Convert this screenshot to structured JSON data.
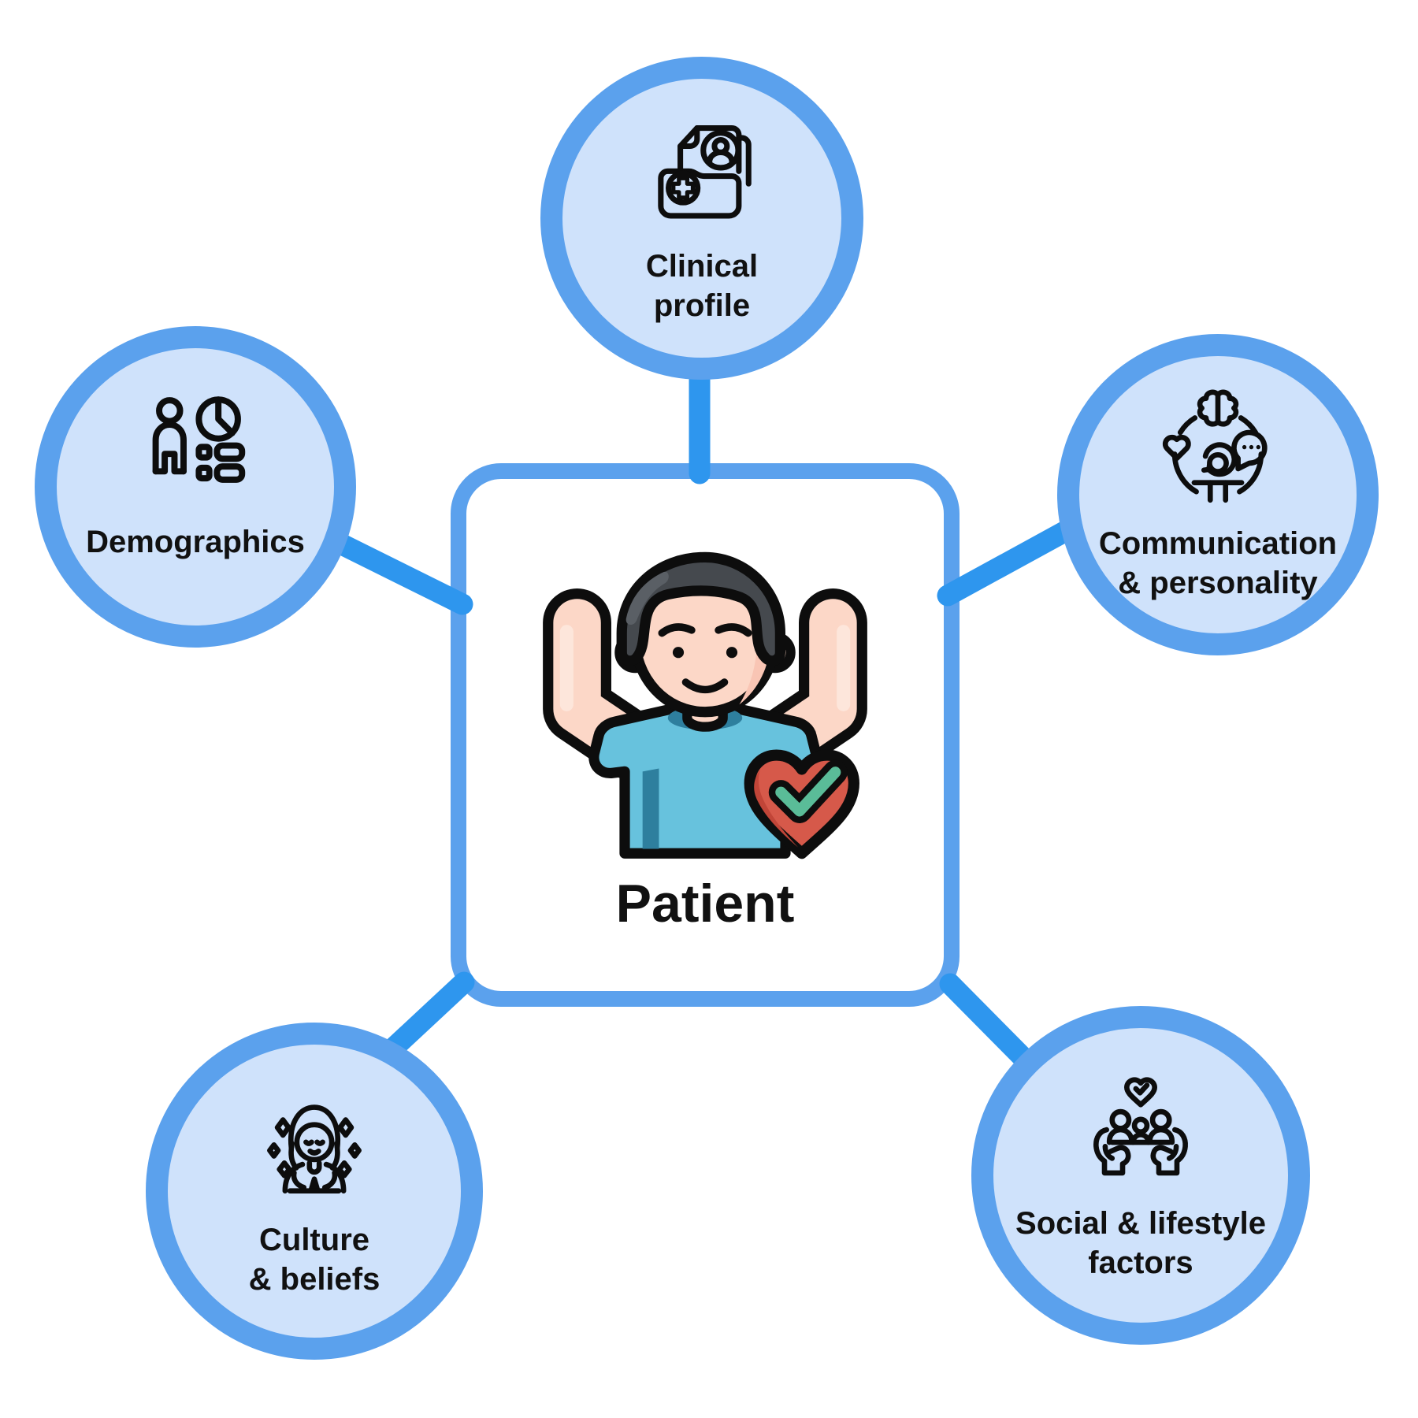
{
  "diagram": {
    "center": {
      "label": "Patient",
      "illustration": "flexing-patient-with-heart-check"
    },
    "nodes": [
      {
        "id": "clinical-profile",
        "icon": "medical-records-folder-icon",
        "line1": "Clinical",
        "line2": "profile"
      },
      {
        "id": "demographics",
        "icon": "person-pie-chart-icon",
        "line1": "Demographics",
        "line2": ""
      },
      {
        "id": "communication-personality",
        "icon": "mind-communication-globe-icon",
        "line1": "Communication",
        "line2": "& personality"
      },
      {
        "id": "culture-beliefs",
        "icon": "meditating-person-icon",
        "line1": "Culture",
        "line2": "& beliefs"
      },
      {
        "id": "social-lifestyle-factors",
        "icon": "hands-holding-community-icon",
        "line1": "Social & lifestyle",
        "line2": "factors"
      }
    ],
    "colors": {
      "connector": "#2e96ee",
      "node_ring": "#5ba1ed",
      "node_fill": "#cfe2fb",
      "box_border": "#5ba1ed",
      "box_fill": "#ffffff",
      "label_text": "#111111",
      "icon_stroke": "#0d0d0d",
      "skin": "#fcd7c7",
      "skin_shade": "#f9c0ad",
      "hair": "#45494e",
      "shirt": "#67c2dd",
      "shirt_shade": "#2e7f9e",
      "heart_red": "#d6594a",
      "heart_red_dark": "#c14538",
      "check_green": "#5abc98"
    }
  }
}
